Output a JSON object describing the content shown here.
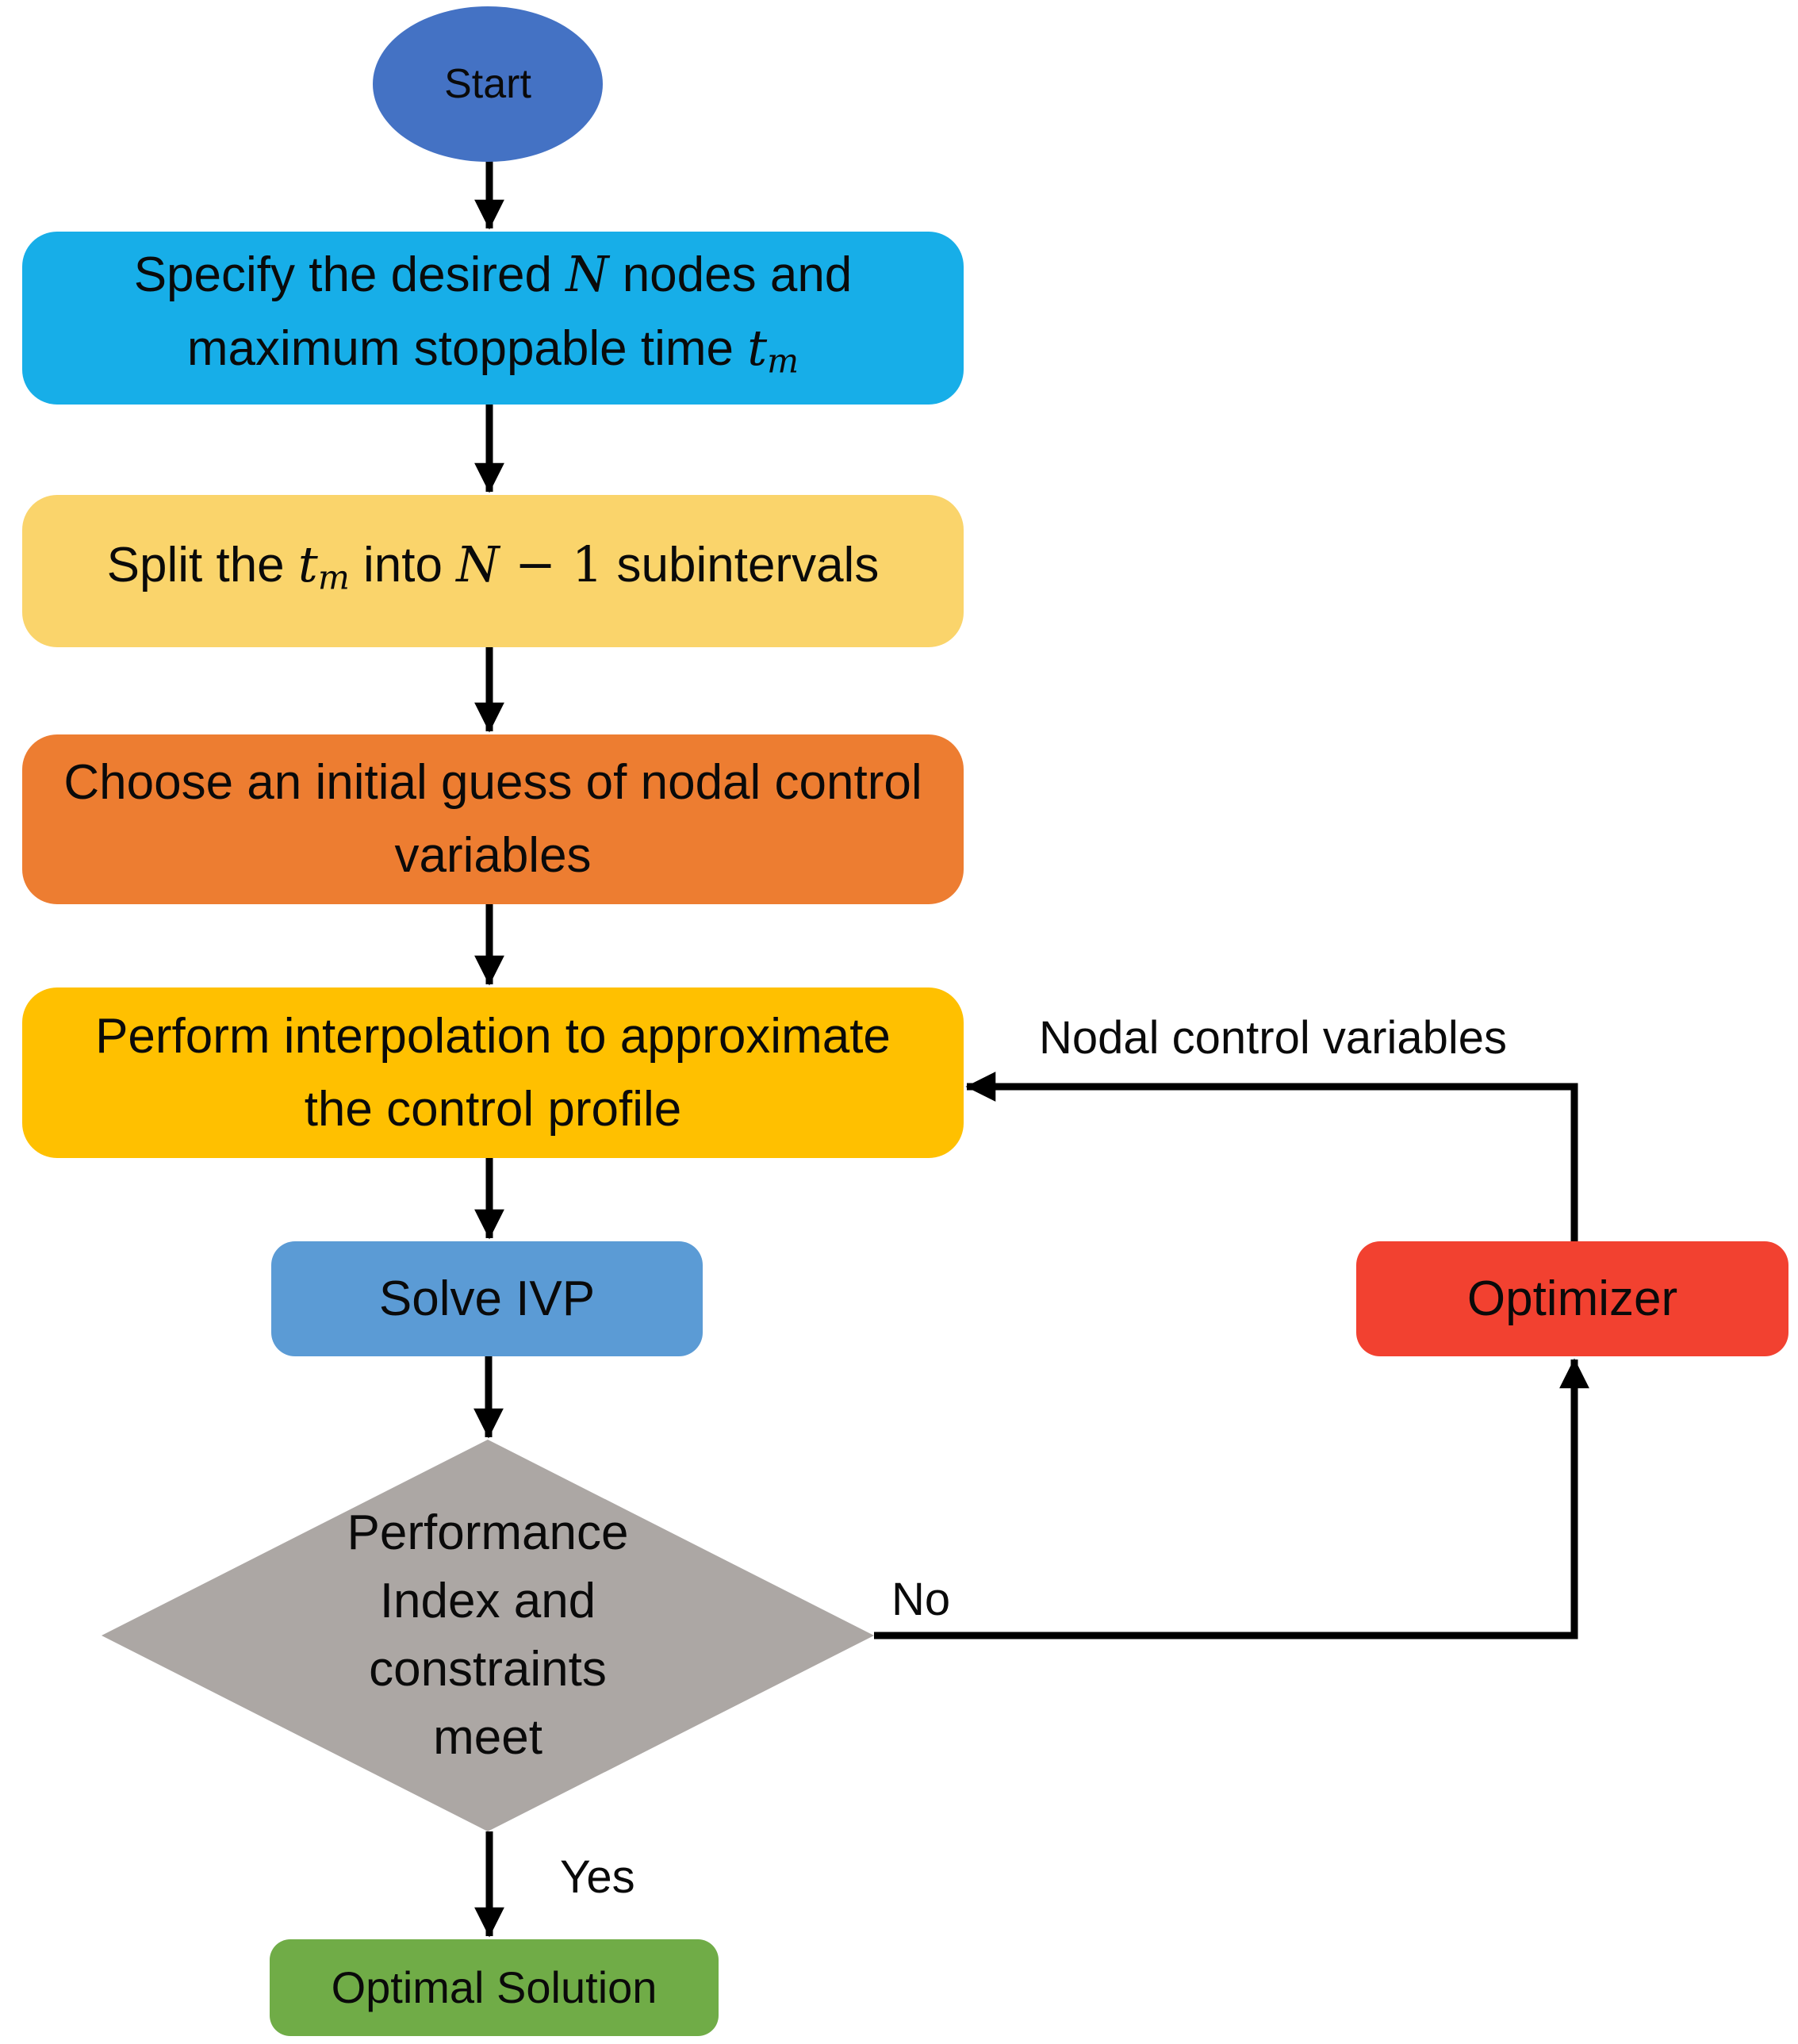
{
  "nodes": {
    "start": {
      "label": "Start"
    },
    "specify": {
      "line1_pre": "Specify the desired ",
      "line1_math": "N",
      "line1_post": " nodes and",
      "line2_pre": "maximum stoppable time ",
      "line2_math_base": "t",
      "line2_math_sub": "m"
    },
    "split": {
      "pre": "Split the ",
      "math1_base": "t",
      "math1_sub": "m",
      "mid": " into ",
      "math2": "N",
      "math2_tail": " − 1",
      "post": " subintervals"
    },
    "initial_guess": {
      "line1": "Choose an initial guess of nodal control",
      "line2": "variables"
    },
    "interpolation": {
      "line1": "Perform interpolation to approximate",
      "line2": "the control profile"
    },
    "solve_ivp": {
      "label": "Solve IVP"
    },
    "decision": {
      "lines": [
        "Performance",
        "Index and",
        "constraints",
        "meet"
      ]
    },
    "optimizer": {
      "label": "Optimizer"
    },
    "optimal_solution": {
      "label": "Optimal Solution"
    }
  },
  "edge_labels": {
    "no": "No",
    "yes": "Yes",
    "loop": "Nodal control variables"
  },
  "colors": {
    "start": "#4472C4",
    "specify": "#17AEE8",
    "split": "#FAD46B",
    "initial_guess": "#ED7D31",
    "interpolation": "#FFC000",
    "solve_ivp": "#5B9BD5",
    "decision": "#ACA7A4",
    "optimizer": "#F24130",
    "optimal_solution": "#70AC47",
    "connector": "#000000",
    "text": "#0a0a0a"
  }
}
